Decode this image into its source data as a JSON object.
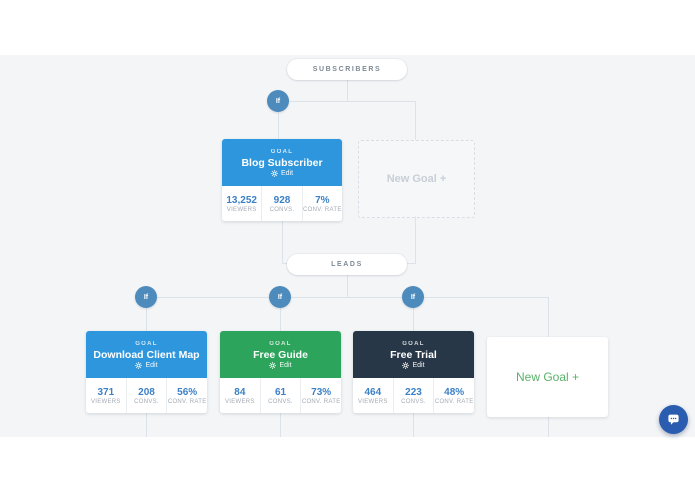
{
  "stages": {
    "subscribers": "SUBSCRIBERS",
    "leads": "LEADS"
  },
  "labels": {
    "goal": "GOAL",
    "edit": "Edit",
    "if": "If",
    "new_goal": "New Goal +",
    "viewers": "VIEWERS",
    "convs": "CONVS.",
    "conv_rate": "CONV. RATE"
  },
  "goals": [
    {
      "id": "blog-subscriber",
      "title": "Blog Subscriber",
      "viewers": "13,252",
      "convs": "928",
      "conv_rate": "7%",
      "color": "#2e96dd"
    },
    {
      "id": "download-client-map",
      "title": "Download Client Map",
      "viewers": "371",
      "convs": "208",
      "conv_rate": "56%",
      "color": "#2e96dd"
    },
    {
      "id": "free-guide",
      "title": "Free Guide",
      "viewers": "84",
      "convs": "61",
      "conv_rate": "73%",
      "color": "#2ca45c"
    },
    {
      "id": "free-trial",
      "title": "Free Trial",
      "viewers": "464",
      "convs": "223",
      "conv_rate": "48%",
      "color": "#273747"
    }
  ],
  "colors": {
    "canvas_bg": "#f3f5f7",
    "connector": "#dce2e9",
    "goal_blue": "#2e96dd",
    "goal_green": "#2ca45c",
    "goal_dark": "#273747",
    "stat_value_blue": "#3c80c6",
    "if_badge_blue": "#4d8bbd",
    "new_goal_green": "#58b268",
    "chat_button_blue": "#2a5caf"
  },
  "chat": {
    "icon": "chat-bubble"
  }
}
